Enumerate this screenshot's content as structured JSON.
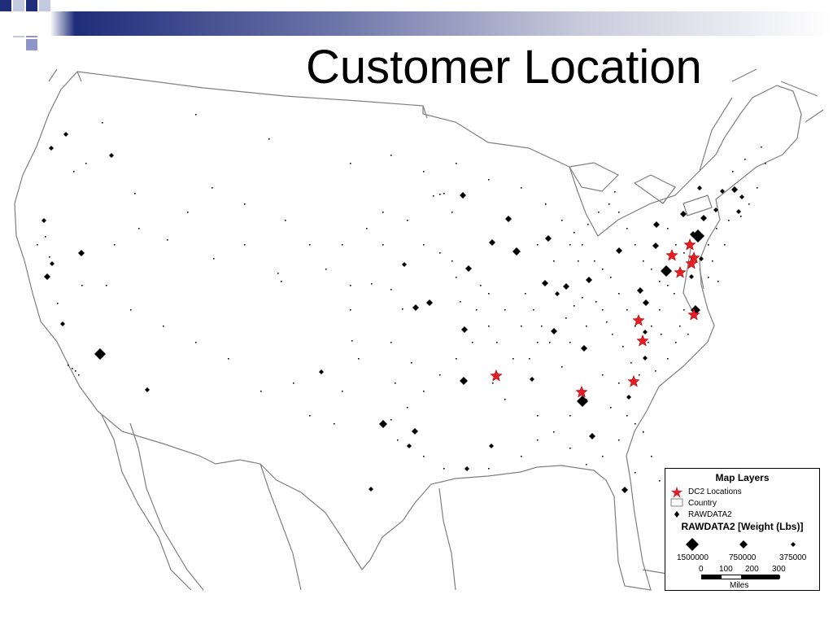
{
  "slide": {
    "title": "Customer Location"
  },
  "legend": {
    "heading": "Map Layers",
    "layers": [
      {
        "label": "DC2 Locations",
        "icon": "red-star-icon",
        "color": "#e41c23"
      },
      {
        "label": "Country",
        "icon": "outline-box-icon",
        "color": "#808080"
      },
      {
        "label": "RAWDATA2",
        "icon": "black-diamond-icon",
        "color": "#000000"
      }
    ],
    "size_heading": "RAWDATA2 [Weight (Lbs)]",
    "size_classes": [
      "1500000",
      "750000",
      "375000"
    ],
    "scale": {
      "ticks": [
        "0",
        "100",
        "200",
        "300"
      ],
      "unit": "Miles"
    }
  },
  "colors": {
    "dc_star": "#e41c23",
    "customer_marker": "#000000",
    "border": "#7f7f7f",
    "title_gradient_dark": "#1f2d7a"
  }
}
